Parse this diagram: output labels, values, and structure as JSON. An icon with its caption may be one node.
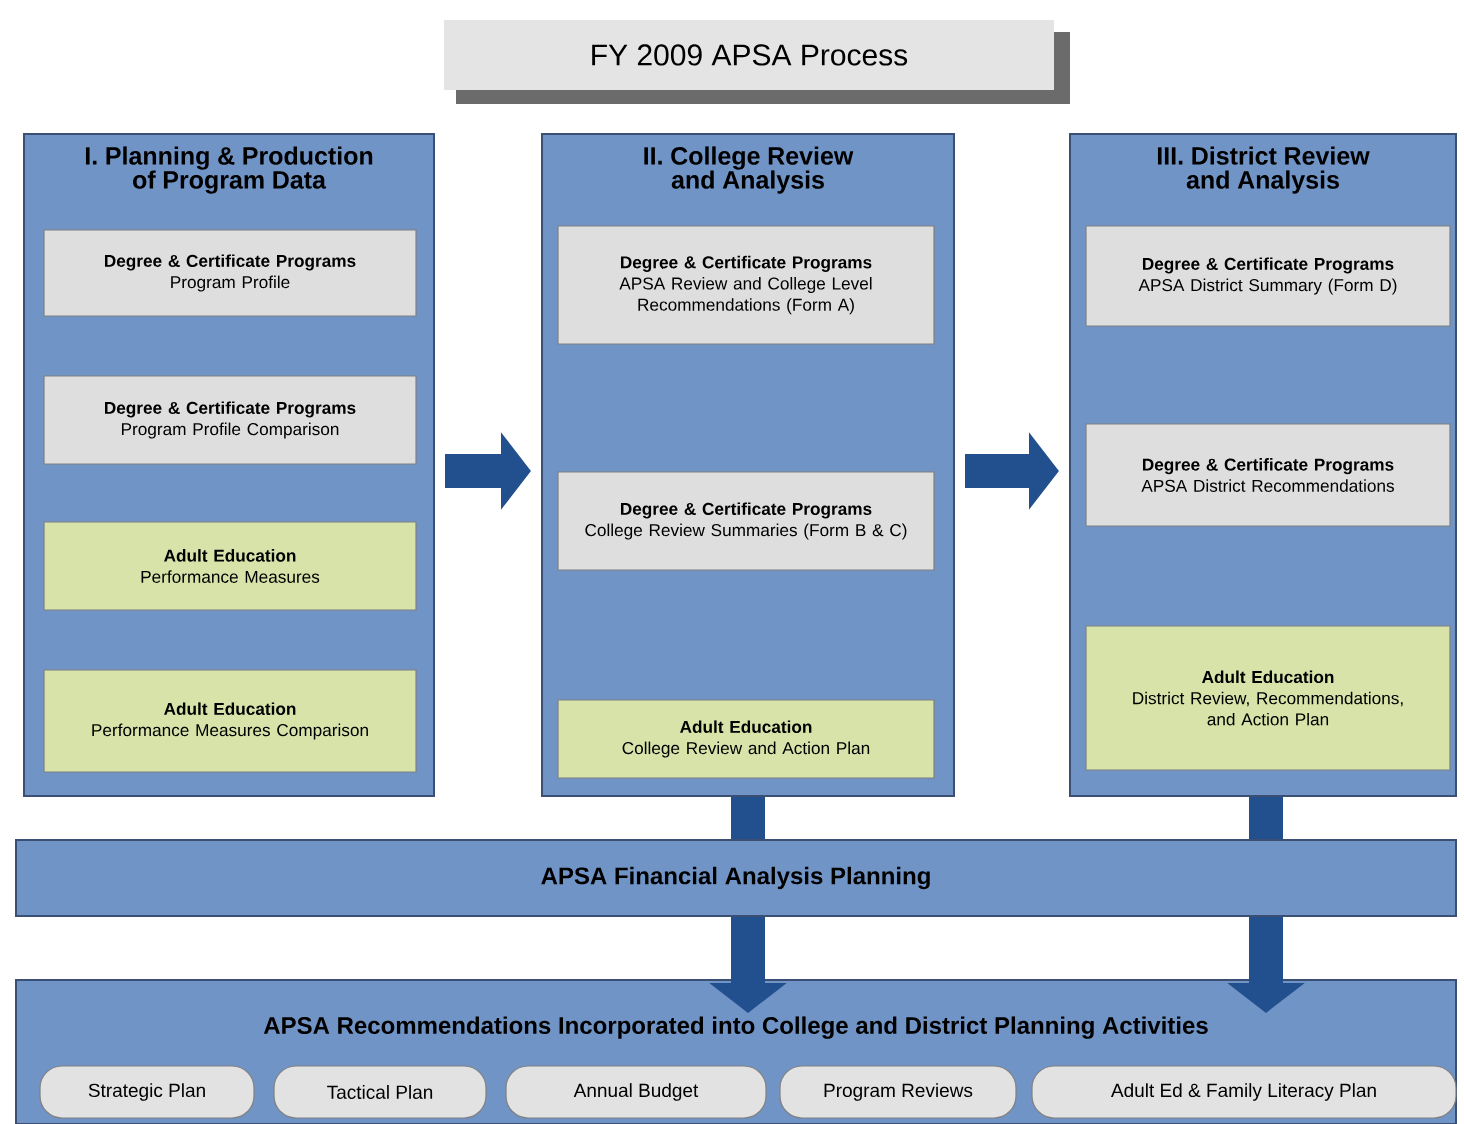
{
  "diagram": {
    "title": "FY 2009 APSA Process",
    "nodes": [
      {
        "text": [
          "I. Planning & Production of Program Data"
        ]
      },
      {
        "text": [
          "Degree & Certificate Programs",
          "Program Profile"
        ],
        "in": 0
      },
      {
        "text": [
          "Degree & Certificate Programs",
          "Program Profile Comparison"
        ],
        "in": 0
      },
      {
        "text": [
          "Adult Education",
          "Performance Measures"
        ],
        "in": 0
      },
      {
        "text": [
          "Adult Education",
          "Performance Measures Comparison"
        ],
        "in": 0
      },
      {
        "text": [
          "II. College Review and Analysis"
        ]
      },
      {
        "text": [
          "Degree & Certificate Programs",
          "APSA Review and College Level Recommendations (Form A)"
        ],
        "in": 5
      },
      {
        "text": [
          "Degree & Certificate Programs",
          "College Review Summaries (Form B & C)"
        ],
        "in": 5
      },
      {
        "text": [
          "Adult Education",
          "College Review and Action Plan"
        ],
        "in": 5
      },
      {
        "text": [
          "III. District Review and Analysis"
        ]
      },
      {
        "text": [
          "Degree & Certificate Programs",
          "APSA District Summary (Form D)"
        ],
        "in": 9
      },
      {
        "text": [
          "Degree & Certificate Programs",
          "APSA District Recommendations"
        ],
        "in": 9
      },
      {
        "text": [
          "Adult Education",
          "District Review, Recommendations, and Action Plan"
        ],
        "in": 9
      },
      {
        "text": [
          "APSA Financial Analysis Planning"
        ]
      },
      {
        "text": [
          "APSA Recommendations Incorporated into College and District Planning Activities"
        ]
      },
      {
        "text": [
          "Strategic Plan"
        ],
        "in": 14
      },
      {
        "text": [
          "Tactical Plan"
        ],
        "in": 14
      },
      {
        "text": [
          "Annual Budget"
        ],
        "in": 14
      },
      {
        "text": [
          "Program Reviews"
        ],
        "in": 14
      },
      {
        "text": [
          "Adult Ed & Family Literacy Plan"
        ],
        "in": 14
      }
    ],
    "edges": [
      {
        "from": 0,
        "to": 5,
        "arrow": "to"
      },
      {
        "from": 5,
        "to": 9,
        "arrow": "to"
      },
      {
        "from": 5,
        "to": 13,
        "arrow": "none"
      },
      {
        "from": 13,
        "to": 14,
        "arrow": "to"
      },
      {
        "from": 9,
        "to": 13,
        "arrow": "none"
      },
      {
        "from": 13,
        "to": 14,
        "arrow": "to"
      }
    ]
  }
}
